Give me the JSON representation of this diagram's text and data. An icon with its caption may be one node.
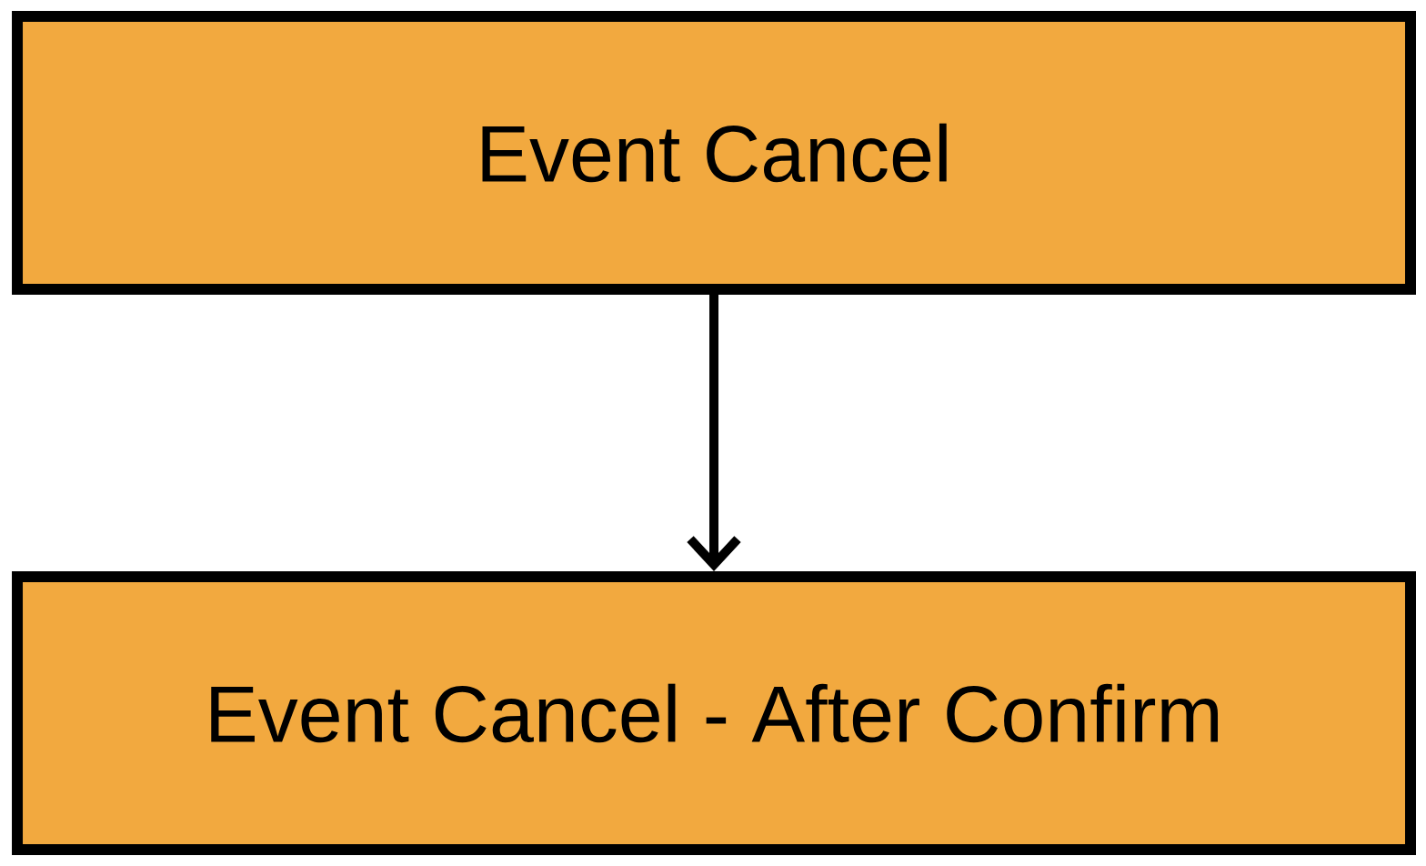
{
  "diagram": {
    "nodes": [
      {
        "text": [
          "Event Cancel"
        ]
      },
      {
        "text": [
          "Event Cancel - After Confirm"
        ]
      }
    ],
    "edges": [
      {
        "from": 0,
        "to": 1,
        "arrow": "to"
      }
    ]
  }
}
